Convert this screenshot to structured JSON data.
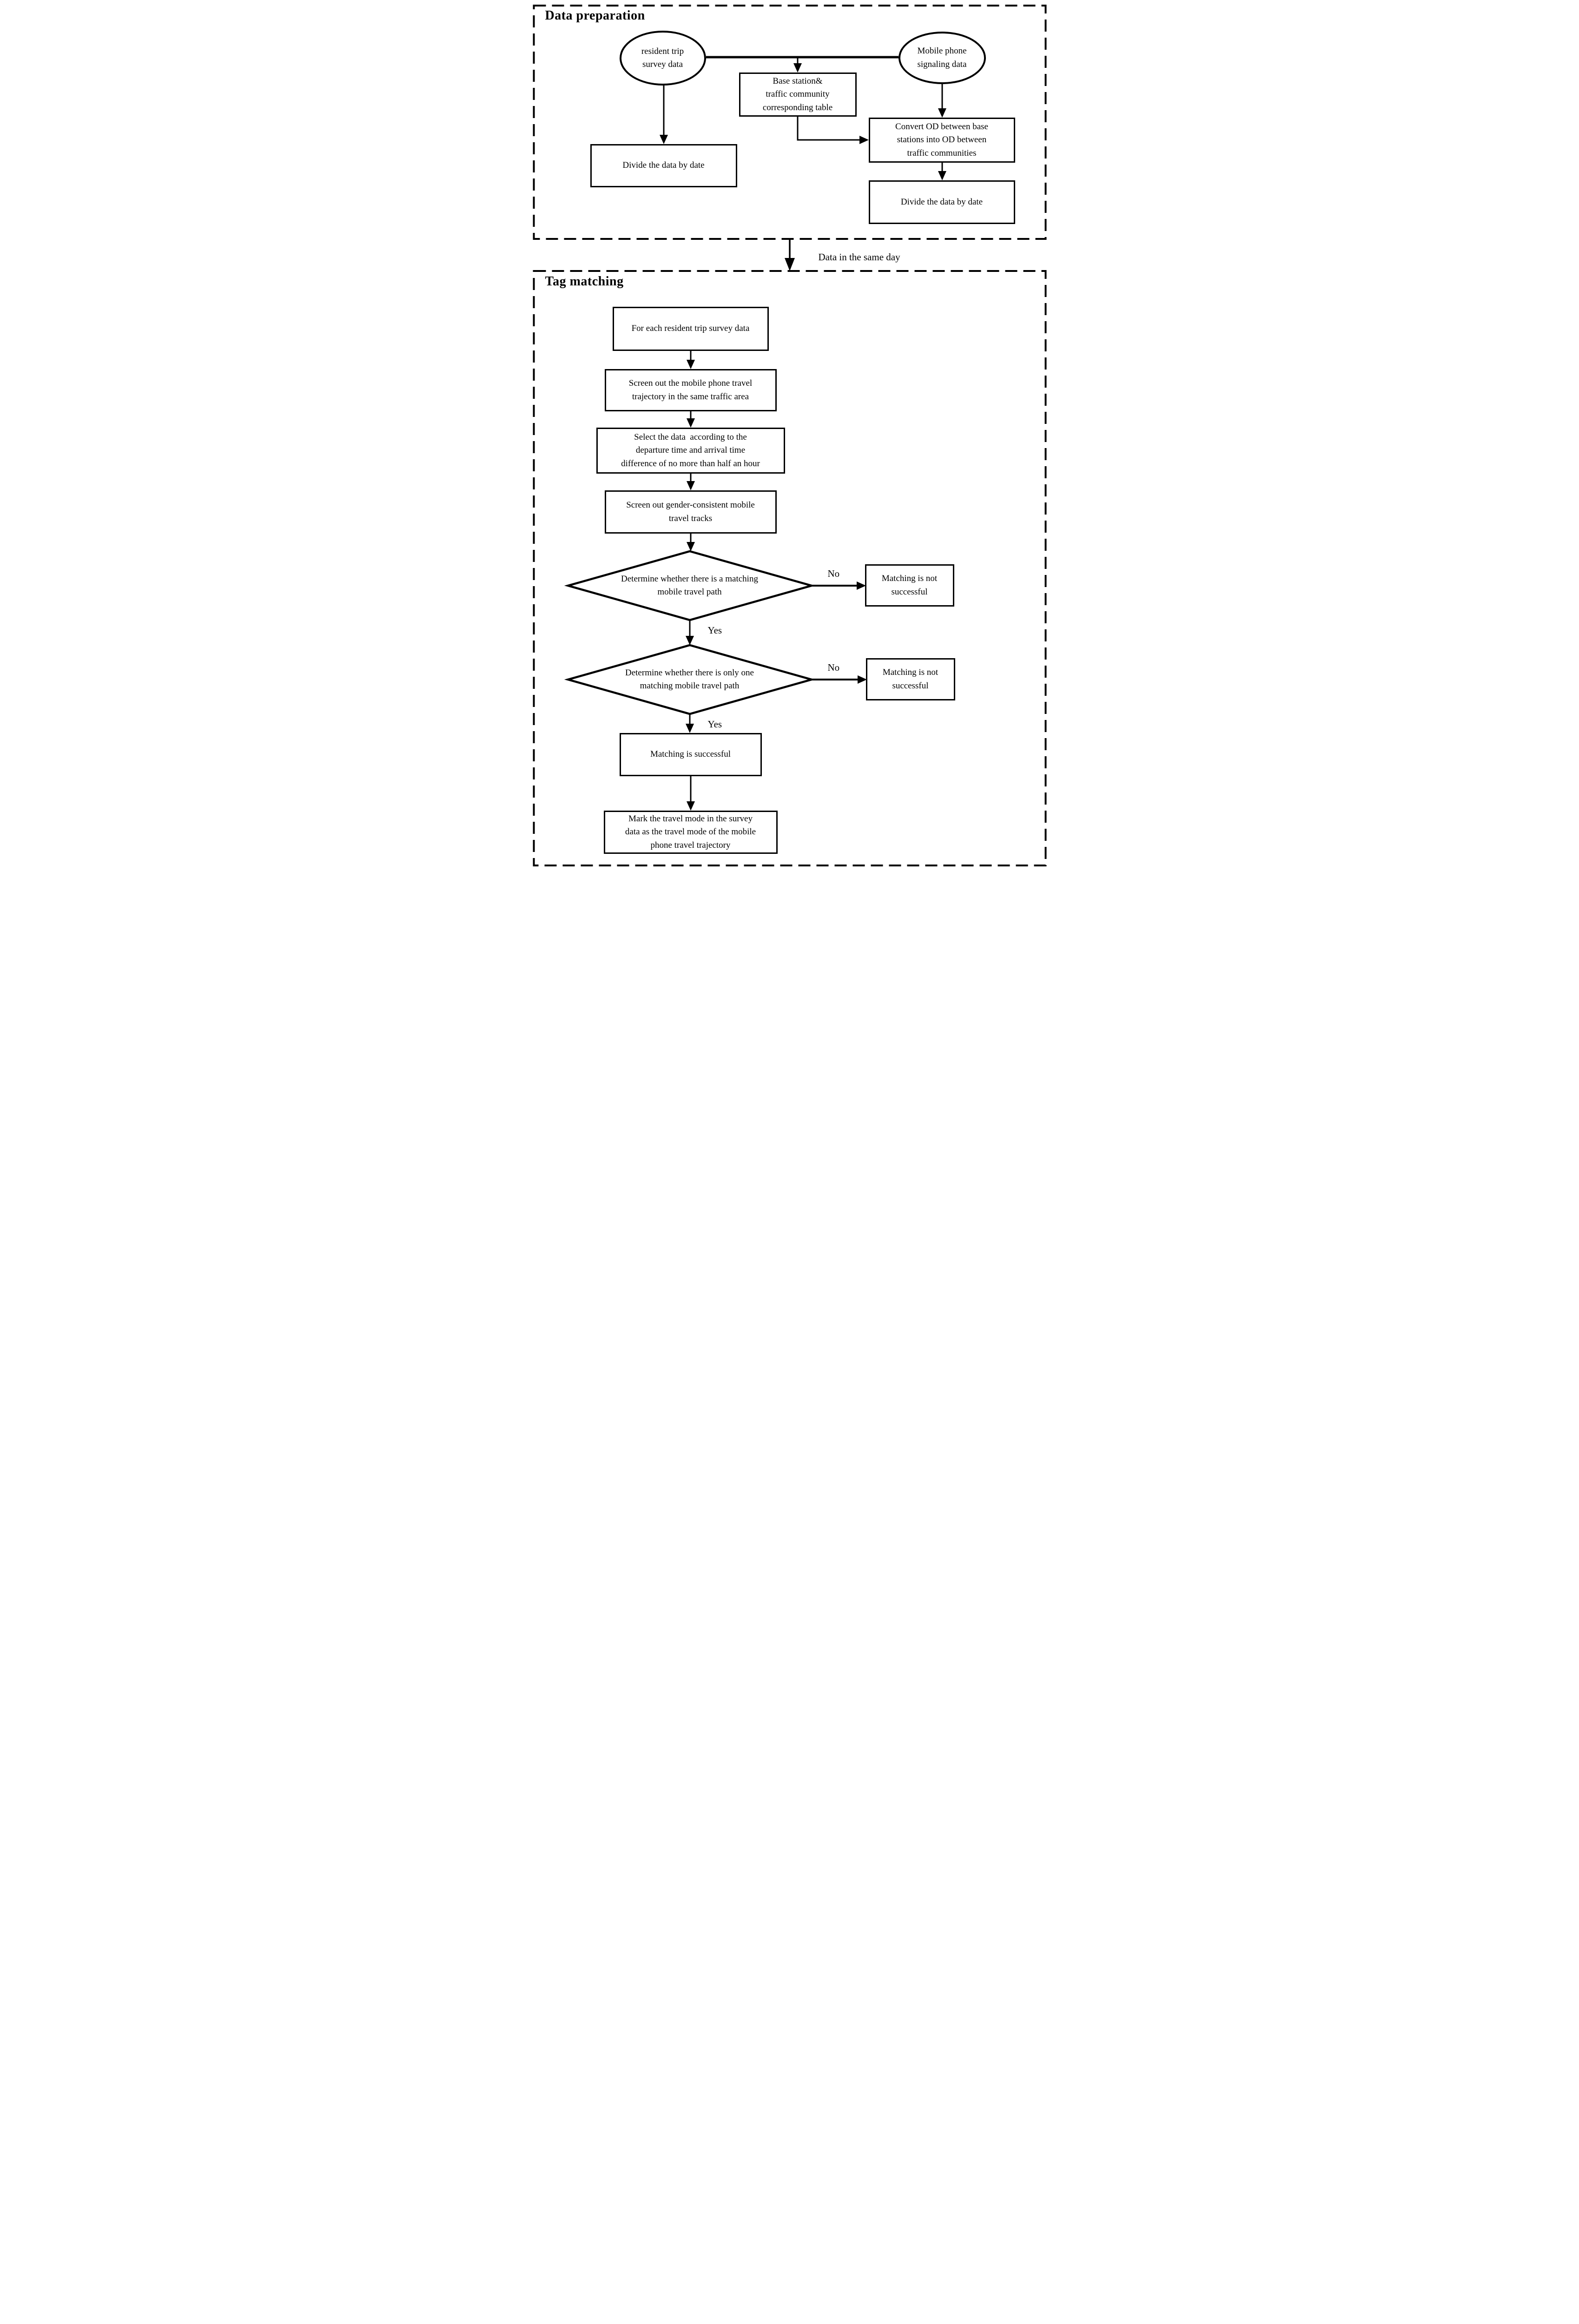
{
  "dp": {
    "title": "Data preparation",
    "resident": "resident trip\nsurvey data",
    "mobile": "Mobile phone\nsignaling data",
    "base_station": "Base station&\ntraffic community\ncorresponding table",
    "convert_od": "Convert OD between base\nstations into OD between\ntraffic communities",
    "divide_left": "Divide the data by date",
    "divide_right": "Divide the data by date"
  },
  "connector": {
    "label": "Data in the same day"
  },
  "tm": {
    "title": "Tag matching",
    "for_each": "For each resident trip survey data",
    "screen_trajectory": "Screen out the mobile phone travel\ntrajectory in the same traffic area",
    "select_time": "Select the data  according to the\ndeparture time and arrival time\ndifference of no more than half an hour",
    "screen_gender": "Screen out gender-consistent mobile\ntravel tracks",
    "decision_match": "Determine whether there is a matching\nmobile travel path",
    "decision_one": "Determine whether there is only one\nmatching mobile travel path",
    "not_success_1": "Matching is not\nsuccessful",
    "not_success_2": "Matching is not\nsuccessful",
    "success": "Matching is successful",
    "mark": "Mark the travel mode in the survey\ndata as the travel mode of the mobile\nphone travel trajectory",
    "no_1": "No",
    "yes_1": "Yes",
    "no_2": "No",
    "yes_2": "Yes"
  }
}
